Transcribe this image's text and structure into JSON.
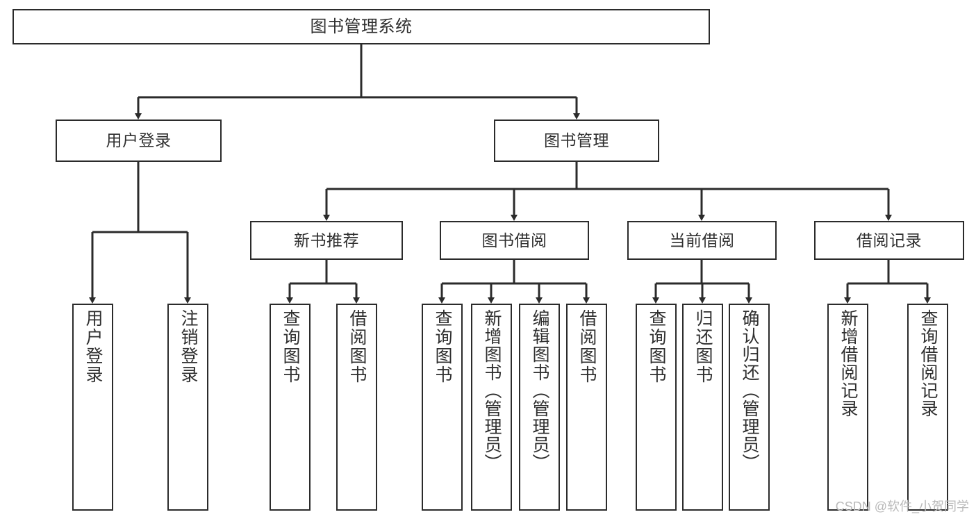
{
  "diagram": {
    "title": "图书管理系统",
    "type": "tree",
    "watermark": "CSDN @软件_小贺同学",
    "colors": {
      "stroke": "#2b2b2b",
      "text": "#2f2f2f",
      "background": "#ffffff",
      "watermark": "#b9b9b9"
    },
    "nodes": {
      "root": {
        "label": "图书管理系统"
      },
      "level2": [
        {
          "label": "用户登录"
        },
        {
          "label": "图书管理"
        }
      ],
      "level3": [
        {
          "label": "新书推荐"
        },
        {
          "label": "图书借阅"
        },
        {
          "label": "当前借阅"
        },
        {
          "label": "借阅记录"
        }
      ],
      "leaves": {
        "user_login": [
          {
            "label": "用户登录"
          },
          {
            "label": "注销登录"
          }
        ],
        "new_book_recommend": [
          {
            "label": "查询图书"
          },
          {
            "label": "借阅图书"
          }
        ],
        "book_borrow": [
          {
            "label": "查询图书"
          },
          {
            "label": "新增图书（管理员）"
          },
          {
            "label": "编辑图书（管理员）"
          },
          {
            "label": "借阅图书"
          }
        ],
        "current_borrow": [
          {
            "label": "查询图书"
          },
          {
            "label": "归还图书"
          },
          {
            "label": "确认归还（管理员）"
          }
        ],
        "borrow_record": [
          {
            "label": "新增借阅记录"
          },
          {
            "label": "查询借阅记录"
          }
        ]
      }
    }
  }
}
